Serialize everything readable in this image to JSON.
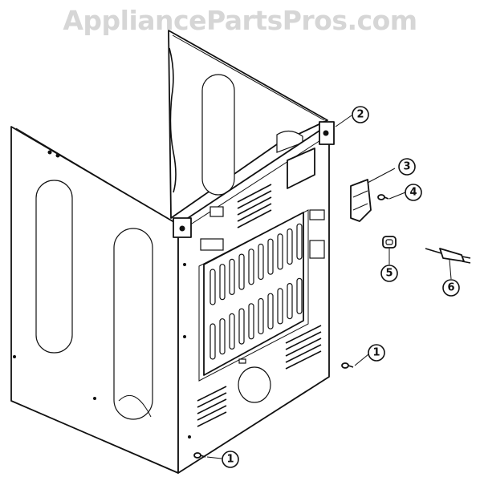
{
  "watermark": "AppliancePartsPros.com",
  "callouts": [
    {
      "id": "callout-2",
      "label": "2"
    },
    {
      "id": "callout-3",
      "label": "3"
    },
    {
      "id": "callout-4",
      "label": "4"
    },
    {
      "id": "callout-5",
      "label": "5"
    },
    {
      "id": "callout-6",
      "label": "6"
    },
    {
      "id": "callout-1a",
      "label": "1"
    },
    {
      "id": "callout-1b",
      "label": "1"
    }
  ]
}
